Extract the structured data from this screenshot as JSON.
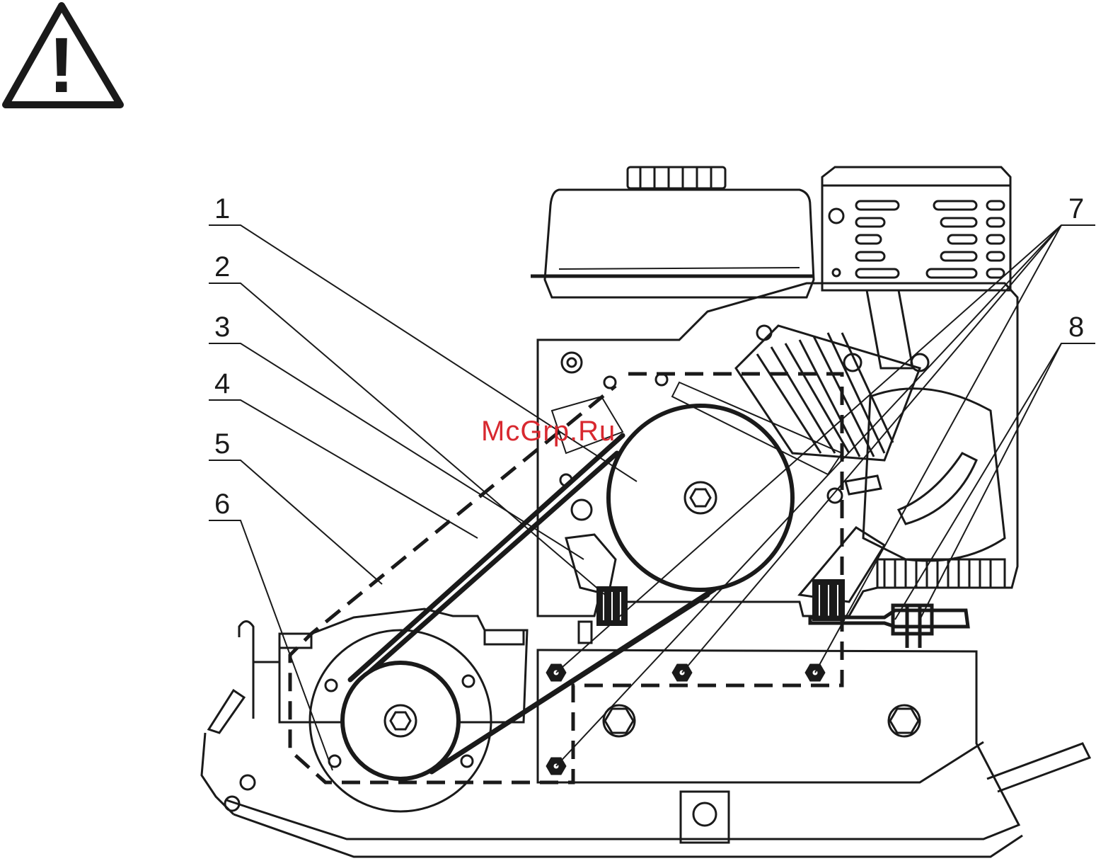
{
  "warning": {
    "icon": "warning-triangle-icon",
    "mark": "!"
  },
  "watermark": "McGrp.Ru",
  "callouts": [
    {
      "id": "1",
      "label": "1"
    },
    {
      "id": "2",
      "label": "2"
    },
    {
      "id": "3",
      "label": "3"
    },
    {
      "id": "4",
      "label": "4"
    },
    {
      "id": "5",
      "label": "5"
    },
    {
      "id": "6",
      "label": "6"
    },
    {
      "id": "7",
      "label": "7"
    },
    {
      "id": "8",
      "label": "8"
    }
  ],
  "colors": {
    "line": "#1a1a1a",
    "watermark": "#d8282f",
    "background": "#ffffff"
  }
}
